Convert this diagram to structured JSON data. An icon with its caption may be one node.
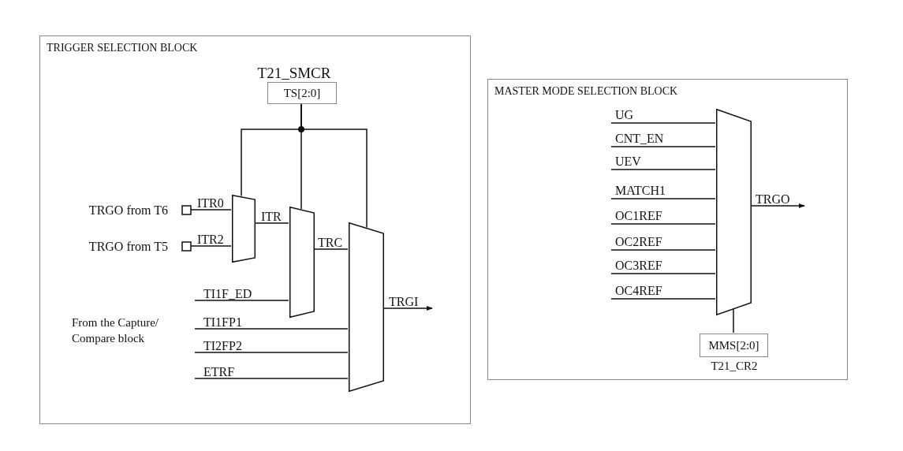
{
  "diagram": {
    "nodes": [
      {
        "text": [
          "TRIGGER SELECTION BLOCK"
        ]
      },
      {
        "text": [
          "TS[2:0]"
        ],
        "beside": [
          "T21_SMCR"
        ],
        "in": 0
      },
      {
        "text": [
          "TRGO from T6"
        ],
        "in": 0
      },
      {
        "text": [
          "TRGO from T5"
        ],
        "in": 0
      },
      {
        "text": [],
        "shape": "trapezoid",
        "in": 0
      },
      {
        "text": [],
        "shape": "trapezoid",
        "in": 0
      },
      {
        "text": [],
        "shape": "trapezoid",
        "in": 0
      },
      {
        "text": [
          "From the Capture/ Compare block"
        ],
        "in": 0
      },
      {
        "text": [
          "MASTER MODE SELECTION BLOCK"
        ]
      },
      {
        "text": [],
        "shape": "trapezoid",
        "in": 8
      },
      {
        "text": [
          "MMS[2:0]"
        ],
        "beside": [
          "T21_CR2"
        ],
        "in": 8
      }
    ],
    "edges": [
      {
        "from": 1,
        "to": 4,
        "arrow": "none"
      },
      {
        "from": 1,
        "to": 5,
        "arrow": "none"
      },
      {
        "from": 1,
        "to": 6,
        "arrow": "none"
      },
      {
        "from": 2,
        "to": 4,
        "label": "ITR0",
        "arrow": "none"
      },
      {
        "from": 3,
        "to": 4,
        "label": "ITR2",
        "arrow": "none"
      },
      {
        "from": 4,
        "to": 5,
        "label": "ITR",
        "arrow": "none"
      },
      {
        "from": null,
        "to": 5,
        "label": "TI1F_ED",
        "arrow": "none"
      },
      {
        "from": 5,
        "to": 6,
        "label": "TRC",
        "arrow": "none"
      },
      {
        "from": null,
        "to": 6,
        "label": "TI1FP1",
        "arrow": "none"
      },
      {
        "from": null,
        "to": 6,
        "label": "TI2FP2",
        "arrow": "none"
      },
      {
        "from": null,
        "to": 6,
        "label": "ETRF",
        "arrow": "none"
      },
      {
        "from": 6,
        "to": null,
        "label": "TRGI",
        "arrow": "to"
      },
      {
        "from": null,
        "to": 9,
        "label": "UG",
        "arrow": "none"
      },
      {
        "from": null,
        "to": 9,
        "label": "CNT_EN",
        "arrow": "none"
      },
      {
        "from": null,
        "to": 9,
        "label": "UEV",
        "arrow": "none"
      },
      {
        "from": null,
        "to": 9,
        "label": "MATCH1",
        "arrow": "none"
      },
      {
        "from": null,
        "to": 9,
        "label": "OC1REF",
        "arrow": "none"
      },
      {
        "from": null,
        "to": 9,
        "label": "OC2REF",
        "arrow": "none"
      },
      {
        "from": null,
        "to": 9,
        "label": "OC3REF",
        "arrow": "none"
      },
      {
        "from": null,
        "to": 9,
        "label": "OC4REF",
        "arrow": "none"
      },
      {
        "from": 9,
        "to": null,
        "label": "TRGO",
        "arrow": "to"
      },
      {
        "from": 10,
        "to": 9,
        "arrow": "none"
      }
    ]
  }
}
